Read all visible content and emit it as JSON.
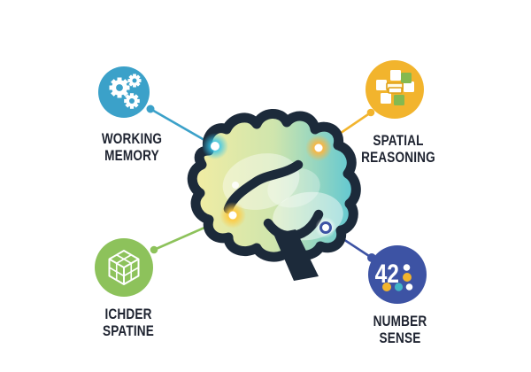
{
  "title": "Brain cognitive skills infographic",
  "background": "#ffffff",
  "text_color": "#1e2330",
  "brain": {
    "outline_color": "#1c2a3a",
    "gradient_left": "#f2eda3",
    "gradient_mid": "#cfe5ad",
    "gradient_right": "#5ec7d3",
    "highlight_color": "#ffffff"
  },
  "nodes": [
    {
      "id": "working-memory",
      "label_line1": "WORKING",
      "label_line2": "MEMORY",
      "color": "#3ba1c9",
      "icon": "gears-icon"
    },
    {
      "id": "spatial-reasoning",
      "label_line1": "SPATIAL",
      "label_line2": "REASONING",
      "color": "#f2b42d",
      "icon": "stacked-blocks-icon",
      "block_green": "#84b950",
      "block_white": "#ffffff",
      "block_outline": "#dd9f16"
    },
    {
      "id": "ichder-spatine",
      "label_line1": "ICHDER",
      "label_line2": "SPATINE",
      "color": "#8dc25b",
      "icon": "wireframe-cube-icon"
    },
    {
      "id": "number-sense",
      "label_line1": "NUMBER",
      "label_line2": "SENSE",
      "color": "#3d53a4",
      "icon": "number-42-dots-icon",
      "icon_text": "42",
      "dot_yellow": "#f2b42d",
      "dot_teal": "#41b5c6",
      "dot_white": "#ffffff"
    }
  ],
  "connectors": [
    {
      "node": "working-memory",
      "color": "#3ba1c9",
      "endpoint_glow": "#35c5ea"
    },
    {
      "node": "spatial-reasoning",
      "color": "#f2b42d",
      "endpoint_glow": "#ffb53c"
    },
    {
      "node": "ichder-spatine",
      "color": "#8dc25b",
      "endpoint_glow": "#ffc83c"
    },
    {
      "node": "number-sense",
      "color": "#3d53a4",
      "endpoint_glow": "#ffffff"
    }
  ]
}
